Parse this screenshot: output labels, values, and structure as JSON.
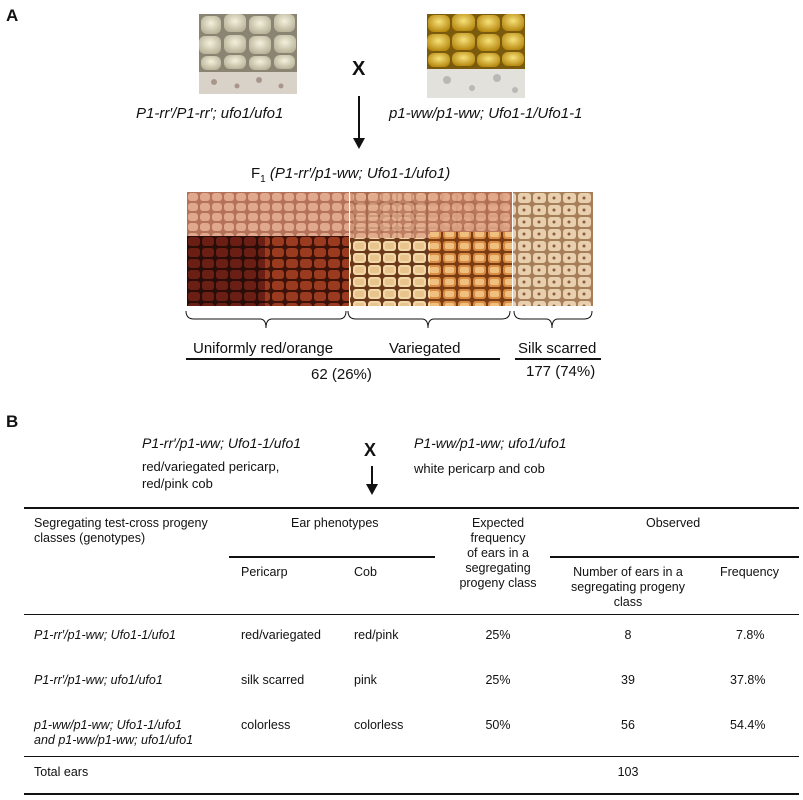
{
  "panel_a": {
    "letter": "A",
    "parent_left_genotype": "P1-rr′/P1-rr′; ufo1/ufo1",
    "parent_right_genotype": "p1-ww/p1-ww; Ufo1-1/Ufo1-1",
    "cross_symbol": "X",
    "f1_prefix": "F",
    "f1_sub": "1",
    "f1_genotype": " (P1-rr′/p1-ww; Ufo1-1/ufo1)",
    "class_uniform": "Uniformly red/orange",
    "class_variegated": "Variegated",
    "class_silk": "Silk scarred",
    "count_left": "62 (26%)",
    "count_right": "177 (74%)"
  },
  "panel_b": {
    "letter": "B",
    "parent_left_genotype": "P1-rr′/p1-ww; Ufo1-1/ufo1",
    "parent_left_pheno_1": "red/variegated pericarp,",
    "parent_left_pheno_2": "red/pink cob",
    "cross_symbol": "X",
    "parent_right_genotype": "P1-ww/p1-ww; ufo1/ufo1",
    "parent_right_pheno": "white pericarp and cob",
    "table": {
      "h_class_1": "Segregating test-cross progeny",
      "h_class_2": "classes (genotypes)",
      "h_ear": "Ear phenotypes",
      "h_pericarp": "Pericarp",
      "h_cob": "Cob",
      "h_expected_1": "Expected",
      "h_expected_2": "frequency",
      "h_expected_3": "of ears in a",
      "h_expected_4": "segregating",
      "h_expected_5": "progeny class",
      "h_observed": "Observed",
      "h_number_1": "Number of ears in a",
      "h_number_2": "segregating progeny",
      "h_number_3": "class",
      "h_frequency": "Frequency",
      "rows": [
        {
          "genotype": "P1-rr′/p1-ww; Ufo1-1/ufo1",
          "genotype_2": "",
          "pericarp": "red/variegated",
          "cob": "red/pink",
          "expected": "25%",
          "number": "8",
          "frequency": "7.8%"
        },
        {
          "genotype": "P1-rr′/p1-ww; ufo1/ufo1",
          "genotype_2": "",
          "pericarp": "silk scarred",
          "cob": "pink",
          "expected": "25%",
          "number": "39",
          "frequency": "37.8%"
        },
        {
          "genotype": "p1-ww/p1-ww; Ufo1-1/ufo1",
          "genotype_2": "and p1-ww/p1-ww; ufo1/ufo1",
          "pericarp": "colorless",
          "cob": "colorless",
          "expected": "50%",
          "number": "56",
          "frequency": "54.4%"
        }
      ],
      "total_label": "Total ears",
      "total_value": "103"
    }
  }
}
